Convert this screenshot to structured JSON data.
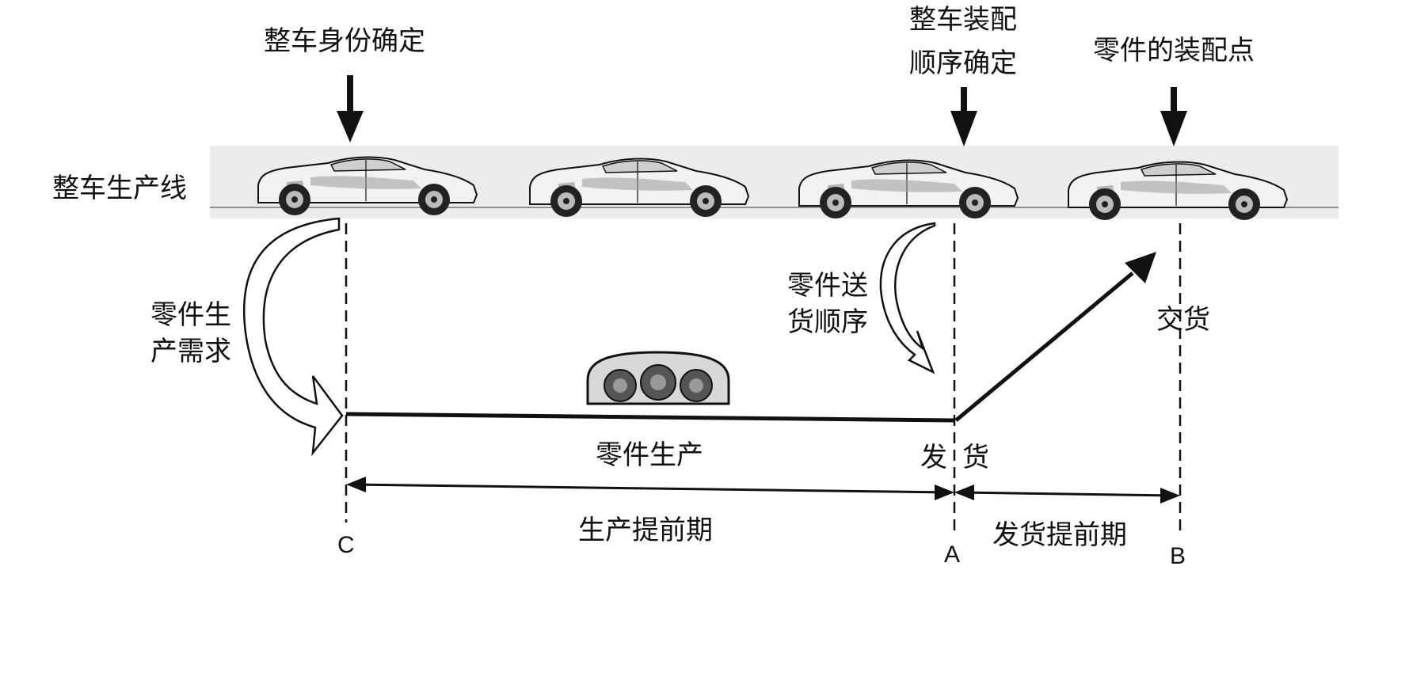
{
  "top_labels": {
    "identity": "整车身份确定",
    "sequence_line1": "整车装配",
    "sequence_line2": "顺序确定",
    "assembly_point": "零件的装配点"
  },
  "line_label": "整车生产线",
  "side_labels": {
    "demand_line1": "零件生",
    "demand_line2": "产需求",
    "delivery_seq_line1": "零件送",
    "delivery_seq_line2": "货顺序",
    "delivery": "交货"
  },
  "process": {
    "parts_production": "零件生产",
    "ship_char1": "发",
    "ship_char2": "货"
  },
  "lead_times": {
    "production": "生产提前期",
    "shipping": "发货提前期"
  },
  "points": {
    "c": "C",
    "a": "A",
    "b": "B"
  },
  "colors": {
    "ink": "#111111",
    "line_band": "#e9e9e6",
    "car_body": "#f2f2f0",
    "car_shade": "#8a8a8a"
  }
}
